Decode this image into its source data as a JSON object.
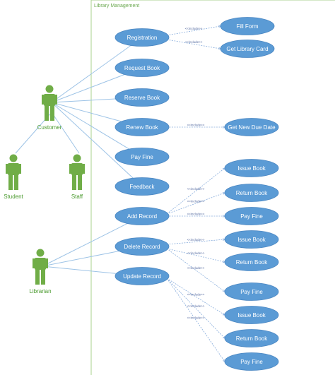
{
  "system": {
    "title": "Library Management"
  },
  "colors": {
    "usecase_fill": "#5b9bd5",
    "usecase_stroke": "#4a86c2",
    "actor": "#70ad47",
    "line": "#9dc3e6",
    "boundary": "#a9d18e"
  },
  "actors": [
    {
      "id": "customer",
      "label": "Customer"
    },
    {
      "id": "student",
      "label": "Student"
    },
    {
      "id": "staff",
      "label": "Staff"
    },
    {
      "id": "librarian",
      "label": "Librarian"
    }
  ],
  "use_cases": [
    {
      "id": "registration",
      "label": "Registration"
    },
    {
      "id": "fill_form",
      "label": "Fill Form"
    },
    {
      "id": "get_card",
      "label": "Get Library Card"
    },
    {
      "id": "request_book",
      "label": "Request Book"
    },
    {
      "id": "reserve_book",
      "label": "Reserve Book"
    },
    {
      "id": "renew_book",
      "label": "Renew Book"
    },
    {
      "id": "get_due_date",
      "label": "Get New Due Date"
    },
    {
      "id": "pay_fine",
      "label": "Pay Fine"
    },
    {
      "id": "feedback",
      "label": "Feedback"
    },
    {
      "id": "add_record",
      "label": "Add Record"
    },
    {
      "id": "add_issue",
      "label": "Issue Book"
    },
    {
      "id": "add_return",
      "label": "Return Book"
    },
    {
      "id": "add_payfine",
      "label": "Pay Fine"
    },
    {
      "id": "delete_record",
      "label": "Delete Record"
    },
    {
      "id": "del_issue",
      "label": "Issue Book"
    },
    {
      "id": "del_return",
      "label": "Return Book"
    },
    {
      "id": "del_payfine",
      "label": "Pay Fine"
    },
    {
      "id": "update_record",
      "label": "Update Record"
    },
    {
      "id": "upd_issue",
      "label": "Issue Book"
    },
    {
      "id": "upd_return",
      "label": "Return Book"
    },
    {
      "id": "upd_payfine",
      "label": "Pay Fine"
    }
  ],
  "associations": [
    {
      "from": "customer",
      "to": "registration"
    },
    {
      "from": "customer",
      "to": "request_book"
    },
    {
      "from": "customer",
      "to": "reserve_book"
    },
    {
      "from": "customer",
      "to": "renew_book"
    },
    {
      "from": "customer",
      "to": "pay_fine"
    },
    {
      "from": "customer",
      "to": "feedback"
    },
    {
      "from": "librarian",
      "to": "add_record"
    },
    {
      "from": "librarian",
      "to": "delete_record"
    },
    {
      "from": "librarian",
      "to": "update_record"
    }
  ],
  "generalizations": [
    {
      "child": "student",
      "parent": "customer"
    },
    {
      "child": "staff",
      "parent": "customer"
    }
  ],
  "includes": [
    {
      "from": "registration",
      "to": "fill_form",
      "label": "<<include>>"
    },
    {
      "from": "registration",
      "to": "get_card",
      "label": "<<include>>"
    },
    {
      "from": "renew_book",
      "to": "get_due_date",
      "label": "<<include>>"
    },
    {
      "from": "add_record",
      "to": "add_issue",
      "label": "<<include>>"
    },
    {
      "from": "add_record",
      "to": "add_return",
      "label": "<<include>>"
    },
    {
      "from": "add_record",
      "to": "add_payfine",
      "label": "<<include>>"
    },
    {
      "from": "delete_record",
      "to": "del_issue",
      "label": "<<include>>"
    },
    {
      "from": "delete_record",
      "to": "del_return",
      "label": "<<include>>"
    },
    {
      "from": "delete_record",
      "to": "del_payfine",
      "label": "<<include>>"
    },
    {
      "from": "update_record",
      "to": "upd_issue",
      "label": "<<include>>"
    },
    {
      "from": "update_record",
      "to": "upd_return",
      "label": "<<include>>"
    },
    {
      "from": "update_record",
      "to": "upd_payfine",
      "label": "<<include>>"
    }
  ]
}
